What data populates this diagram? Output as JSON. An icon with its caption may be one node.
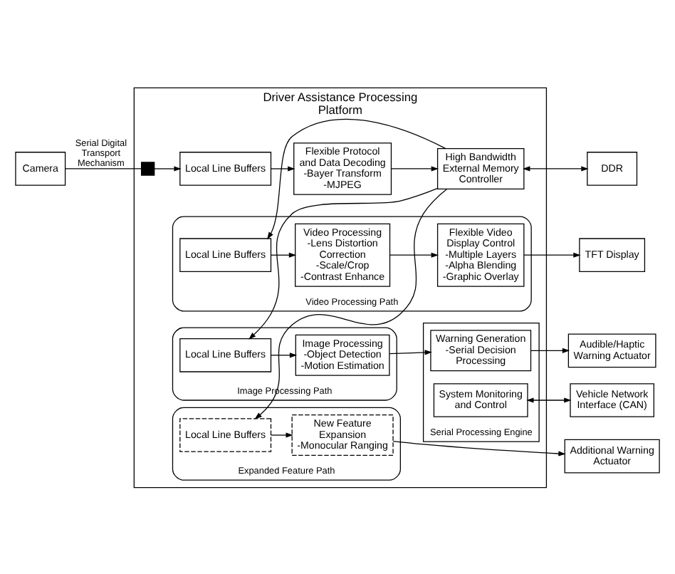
{
  "diagram": {
    "nodes": [
      {
        "text": [
          "Camera"
        ]
      },
      {
        "text": [
          "Driver Assistance Processing Platform"
        ]
      },
      {
        "text": [],
        "shape": "box",
        "in": 1
      },
      {
        "text": [
          "Local Line Buffers"
        ],
        "in": 1
      },
      {
        "text": [
          "Flexible Protocol and Data Decoding",
          "-Bayer Transform",
          "-MJPEG"
        ],
        "in": 1
      },
      {
        "text": [
          "High Bandwidth External Memory Controller"
        ],
        "in": 1
      },
      {
        "text": [
          "DDR"
        ]
      },
      {
        "text": [
          "Video Processing Path"
        ],
        "in": 1
      },
      {
        "text": [
          "Local Line Buffers"
        ],
        "in": 7
      },
      {
        "text": [
          "Video Processing",
          "-Lens Distortion Correction",
          "-Scale/Crop",
          "-Contrast Enhance"
        ],
        "in": 7
      },
      {
        "text": [
          "Flexible Video Display Control",
          "-Multiple Layers",
          "-Alpha Blending",
          "-Graphic Overlay"
        ],
        "in": 7
      },
      {
        "text": [
          "TFT Display"
        ]
      },
      {
        "text": [
          "Image Processing Path"
        ],
        "in": 1
      },
      {
        "text": [
          "Local Line Buffers"
        ],
        "in": 12
      },
      {
        "text": [
          "Image Processing",
          "-Object Detection",
          "-Motion Estimation"
        ],
        "in": 12
      },
      {
        "text": [
          "Serial Processing Engine"
        ],
        "in": 1
      },
      {
        "text": [
          "Warning Generation",
          "-Serial Decision Processing"
        ],
        "in": 15
      },
      {
        "text": [
          "System Monitoring and Control"
        ],
        "in": 15
      },
      {
        "text": [
          "Audible/Haptic Warning Actuator"
        ]
      },
      {
        "text": [
          "Vehicle Network Interface (CAN)"
        ]
      },
      {
        "text": [
          "Expanded Feature Path"
        ],
        "in": 1
      },
      {
        "text": [
          "Local Line Buffers"
        ],
        "in": 20
      },
      {
        "text": [
          "New Feature Expansion",
          "-Monocular Ranging"
        ],
        "in": 20
      },
      {
        "text": [
          "Additional Warning Actuator"
        ]
      }
    ],
    "edges": [
      {
        "from": 0,
        "to": 2,
        "arrow": "none",
        "label": "Serial Digital Transport Mechanism"
      },
      {
        "from": 2,
        "to": 3,
        "arrow": "to"
      },
      {
        "from": 3,
        "to": 4,
        "arrow": "to"
      },
      {
        "from": 4,
        "to": 5,
        "arrow": "to"
      },
      {
        "from": 5,
        "to": 6,
        "arrow": "both"
      },
      {
        "from": 5,
        "to": 8,
        "arrow": "to"
      },
      {
        "from": 5,
        "to": 13,
        "arrow": "to"
      },
      {
        "from": 5,
        "to": 21,
        "arrow": "to"
      },
      {
        "from": 8,
        "to": 9,
        "arrow": "to"
      },
      {
        "from": 9,
        "to": 10,
        "arrow": "to"
      },
      {
        "from": 10,
        "to": 11,
        "arrow": "to"
      },
      {
        "from": 13,
        "to": 14,
        "arrow": "to"
      },
      {
        "from": 14,
        "to": 16,
        "arrow": "to"
      },
      {
        "from": 16,
        "to": 18,
        "arrow": "to"
      },
      {
        "from": 17,
        "to": 19,
        "arrow": "both"
      },
      {
        "from": 21,
        "to": 22,
        "arrow": "to"
      },
      {
        "from": 22,
        "to": 23,
        "arrow": "to"
      }
    ]
  }
}
